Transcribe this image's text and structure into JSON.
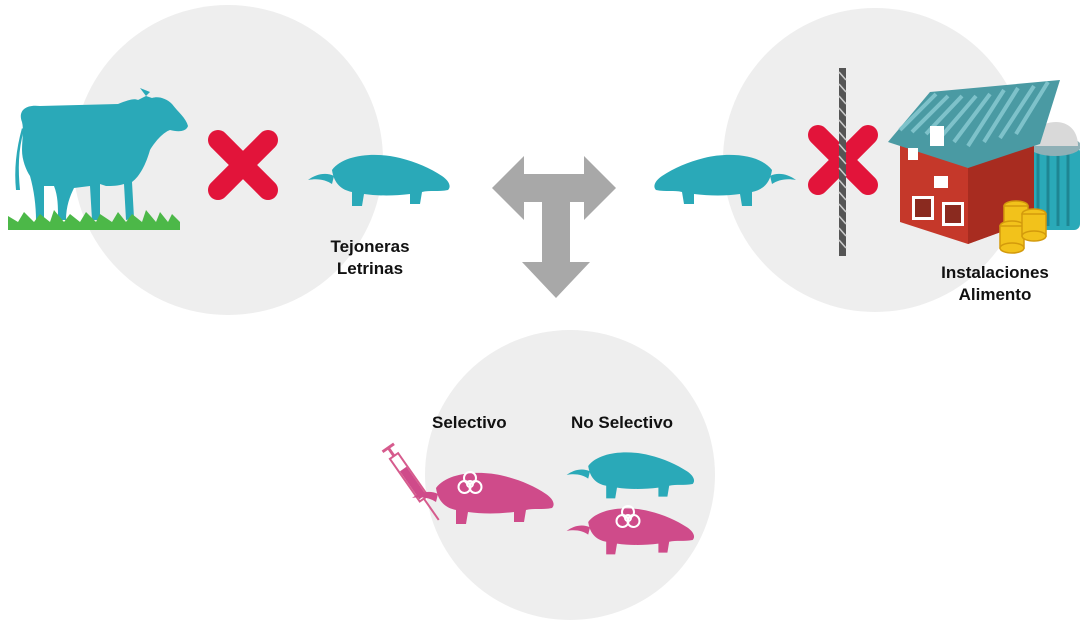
{
  "colors": {
    "circle": "#eeeeee",
    "teal": "#2aa9b8",
    "pink": "#cf4b8a",
    "red_x": "#e2143a",
    "arrow": "#a8a8a8",
    "grass": "#4cb848",
    "barn_red": "#c5382a",
    "barn_roof": "#4a9aa3",
    "coins": "#f2c21b"
  },
  "icons": [
    "cow-icon",
    "badger-icon",
    "cross-icon",
    "fence-icon",
    "barn-icon",
    "feed-bin-icon",
    "coins-icon",
    "syringe-icon",
    "biohazard-icon",
    "three-way-arrow-icon"
  ],
  "labels": {
    "left_line1": "Tejoneras",
    "left_line2": "Letrinas",
    "right_line1": "Instalaciones",
    "right_line2": "Alimento",
    "selective": "Selectivo",
    "non_selective": "No Selectivo"
  }
}
